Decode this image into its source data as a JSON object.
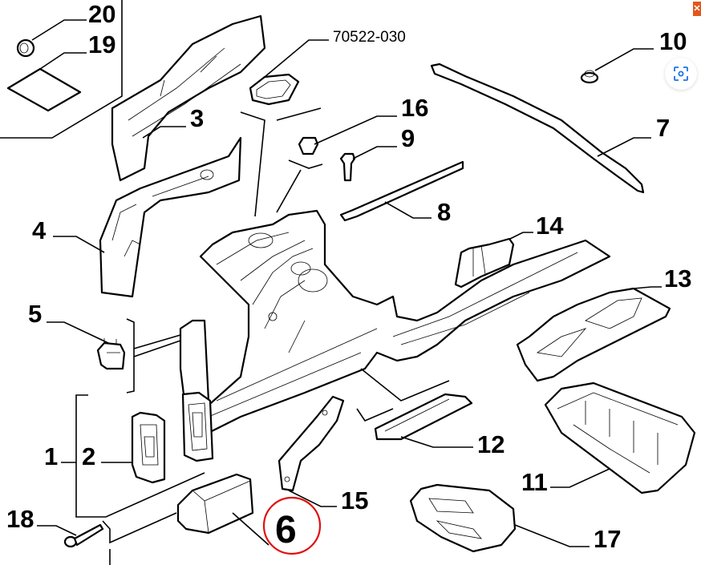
{
  "diagram": {
    "title": "Front frame and floor panel parts",
    "highlight_color": "#e01010",
    "highlighted_callout": "6",
    "callouts": {
      "c1": "1",
      "c2": "2",
      "c3": "3",
      "c4": "4",
      "c5": "5",
      "c6": "6",
      "c7": "7",
      "c8": "8",
      "c9": "9",
      "c10": "10",
      "c11": "11",
      "c12": "12",
      "c13": "13",
      "c14": "14",
      "c15": "15",
      "c16": "16",
      "c17": "17",
      "c18": "18",
      "c19": "19",
      "c20": "20"
    },
    "part_number": "70522-030"
  },
  "overlay": {
    "close_icon": "close-icon",
    "close_glyph": "✕",
    "lens_icon": "visual-search-icon"
  }
}
